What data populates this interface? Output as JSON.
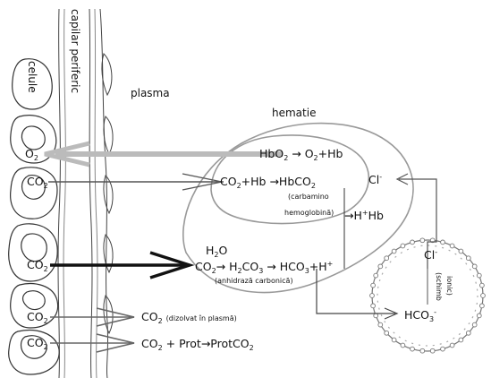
{
  "labels": {
    "cells": "celule",
    "capillary": "capilar periferic",
    "plasma": "plasma",
    "rbc": "hematie"
  },
  "formulas": {
    "o2_cell": "O",
    "o2_cell_sub": "2",
    "co2": "CO",
    "co2_sub": "2",
    "hbo2_a": "HbO",
    "hbo2_b": " → O",
    "hbo2_c": "+Hb",
    "carb_a": "CO",
    "carb_b": "+Hb →HbCO",
    "carb_note1": "(carbamino",
    "carb_note2": "hemoglobină)",
    "hhb_a": "→H",
    "hhb_b": "Hb",
    "h2o_a": "H",
    "h2o_b": "O",
    "chain_a": "CO",
    "chain_b": "→ H",
    "chain_c": "CO",
    "chain_d": " → HCO",
    "chain_e": "+H",
    "anhydrase": "(anhidrază carbonică)",
    "cl_rbc": "Cl",
    "cl_cell": "Cl",
    "exchange1": "(schimb",
    "exchange2": "ionic)",
    "hco3": "HCO",
    "dissolved_a": "CO",
    "dissolved_b": "(dizolvat în plasmă)",
    "prot_a": "CO",
    "prot_b": " + Prot→ProtCO"
  }
}
